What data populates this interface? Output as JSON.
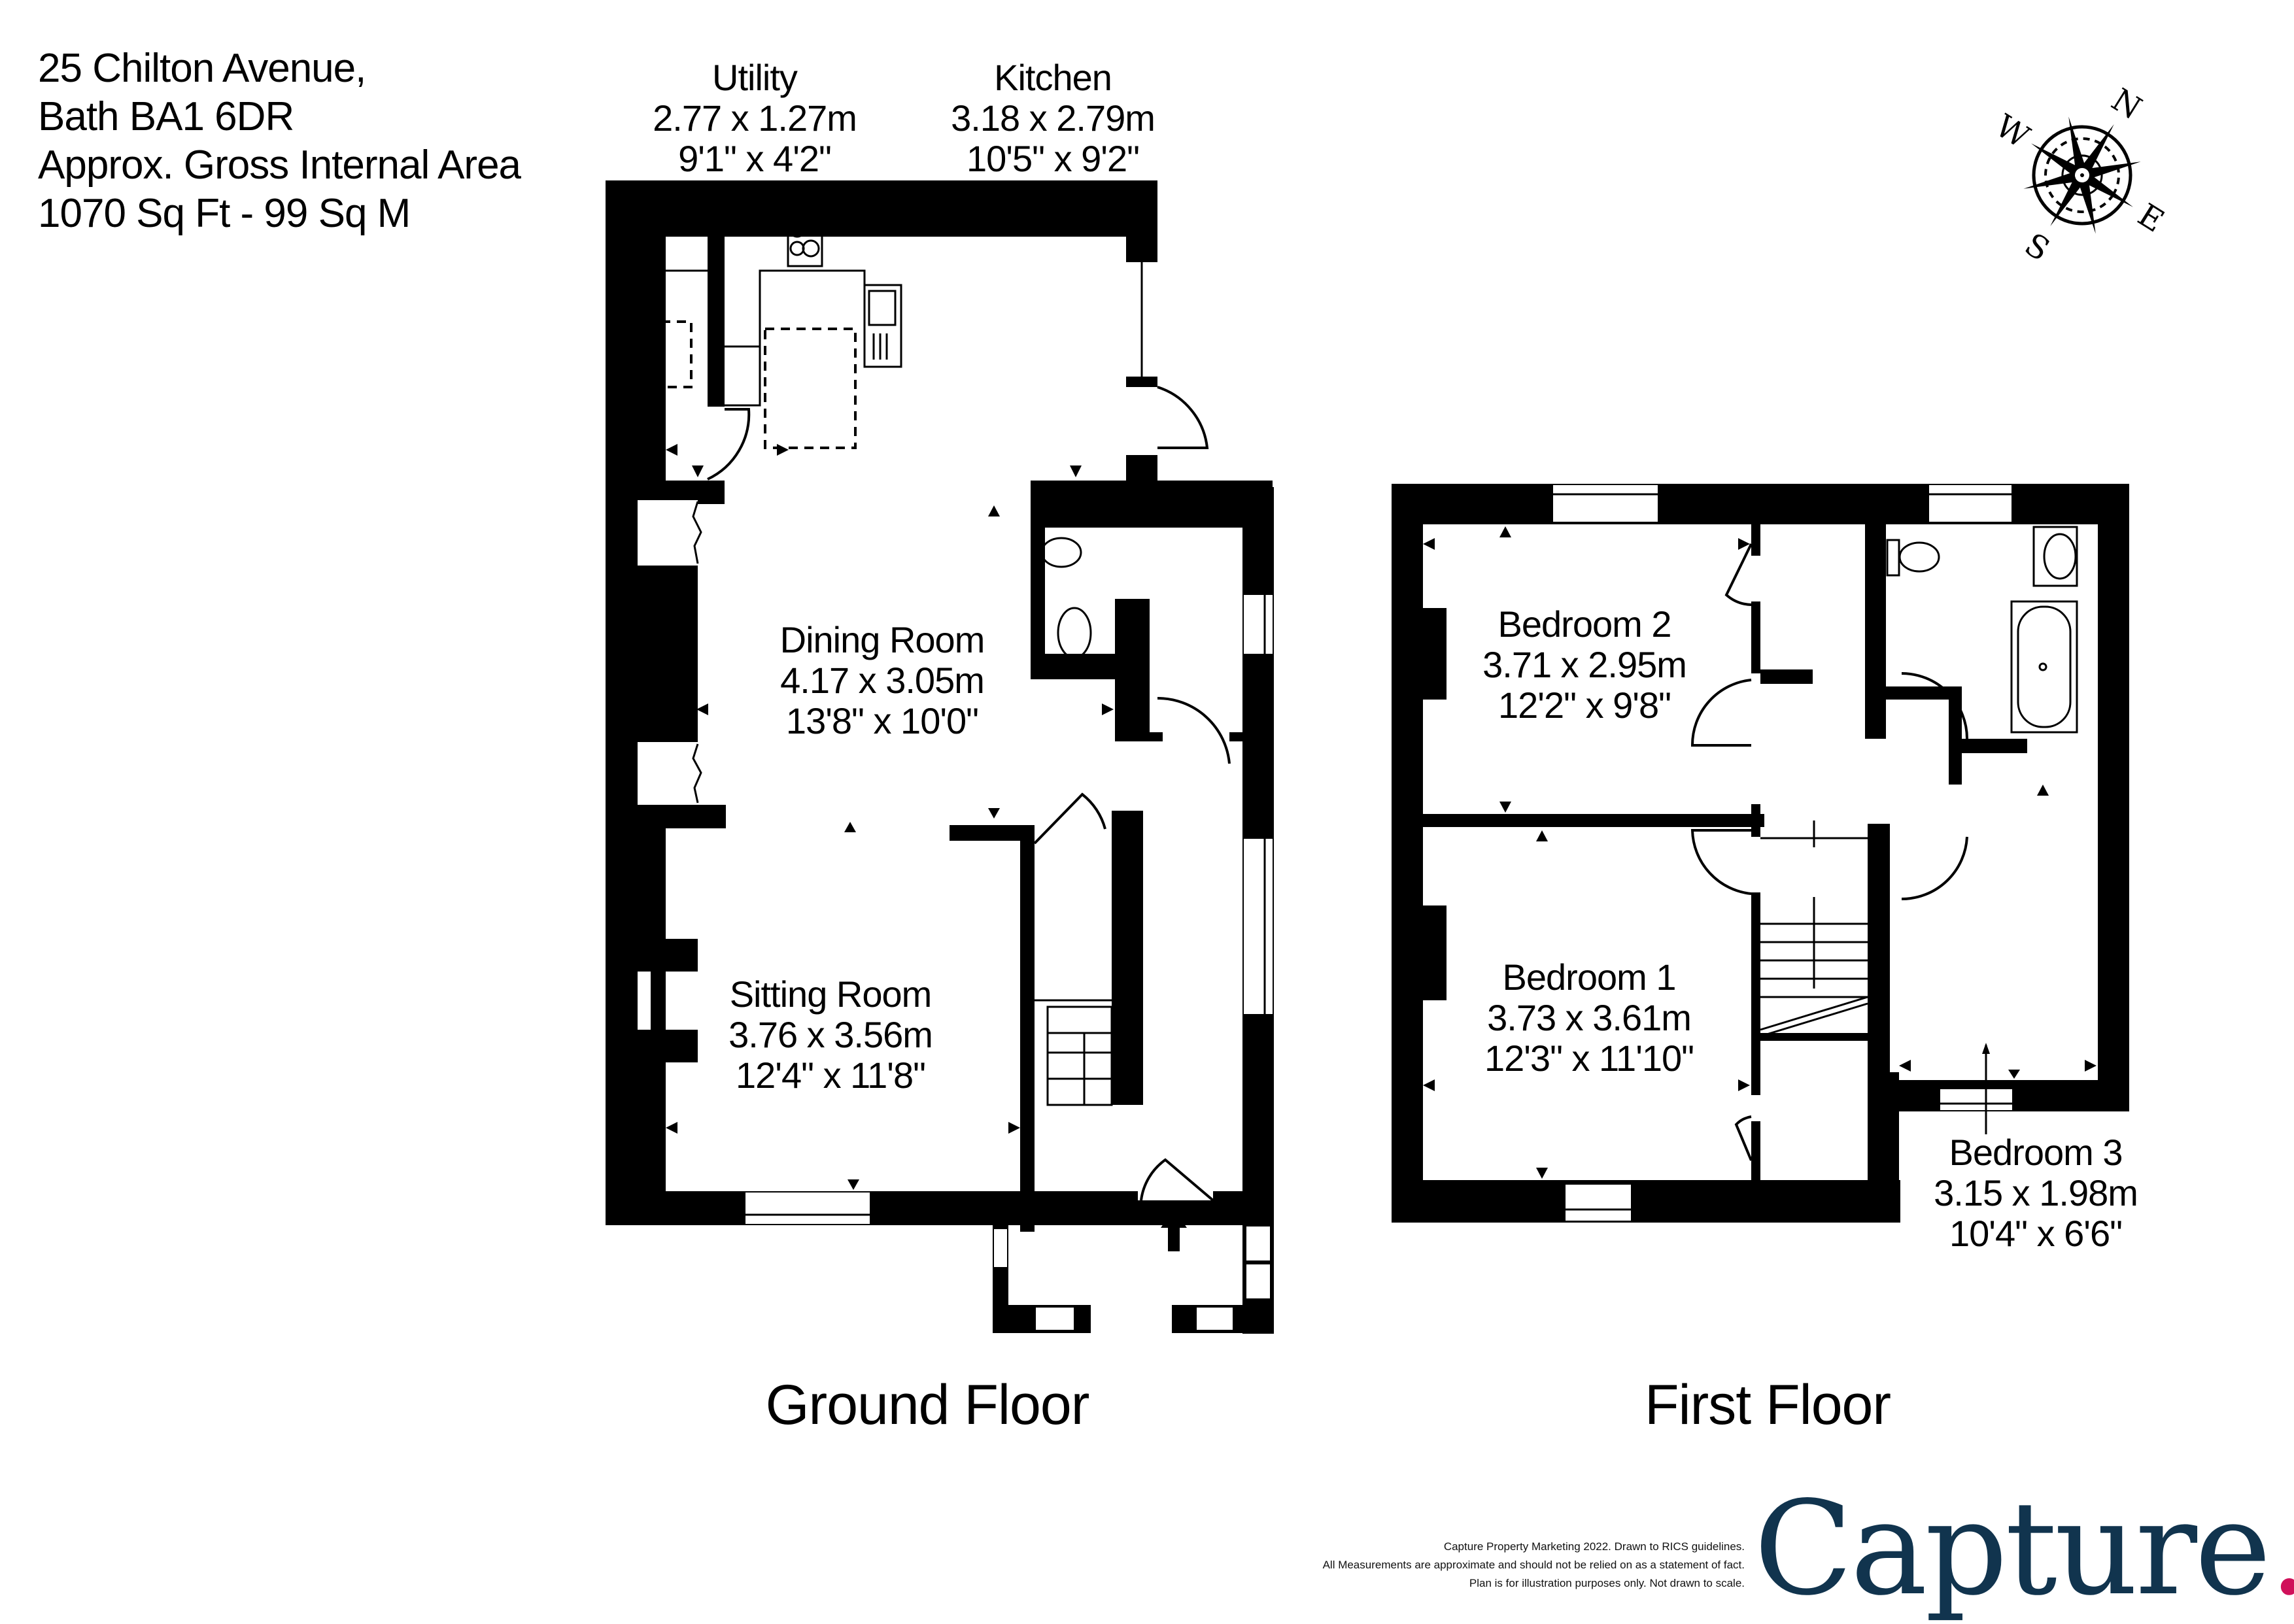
{
  "header": {
    "address_line1": "25 Chilton Avenue,",
    "address_line2": "Bath BA1 6DR",
    "area_label": "Approx. Gross Internal Area",
    "area_value": "1070 Sq Ft  -  99 Sq M"
  },
  "compass": {
    "north": "N",
    "east": "E",
    "south": "S",
    "west": "W",
    "rotation_deg": 32
  },
  "ground_floor": {
    "title": "Ground Floor",
    "rooms": [
      {
        "name": "Utility",
        "metric": "2.77 x 1.27m",
        "imperial": "9'1\" x 4'2\""
      },
      {
        "name": "Kitchen",
        "metric": "3.18 x 2.79m",
        "imperial": "10'5\" x 9'2\""
      },
      {
        "name": "Dining Room",
        "metric": "4.17 x 3.05m",
        "imperial": "13'8\" x 10'0\""
      },
      {
        "name": "Sitting Room",
        "metric": "3.76 x 3.56m",
        "imperial": "12'4\" x 11'8\""
      }
    ]
  },
  "first_floor": {
    "title": "First Floor",
    "rooms": [
      {
        "name": "Bedroom 2",
        "metric": "3.71 x 2.95m",
        "imperial": "12'2\" x 9'8\""
      },
      {
        "name": "Bedroom 1",
        "metric": "3.73 x 3.61m",
        "imperial": "12'3\" x 11'10\""
      },
      {
        "name": "Bedroom 3",
        "metric": "3.15 x 1.98m",
        "imperial": "10'4\" x 6'6\""
      }
    ]
  },
  "footer": {
    "disclaimer_line1": "Capture Property Marketing 2022. Drawn to RICS guidelines.",
    "disclaimer_line2": "All Measurements are approximate and should not be relied on as a statement of fact.",
    "disclaimer_line3": "Plan is for illustration purposes only. Not drawn to scale.",
    "logo_text": "Capture",
    "logo_dot": ".",
    "logo_color": "#11344e",
    "logo_dot_color": "#d0105a"
  }
}
